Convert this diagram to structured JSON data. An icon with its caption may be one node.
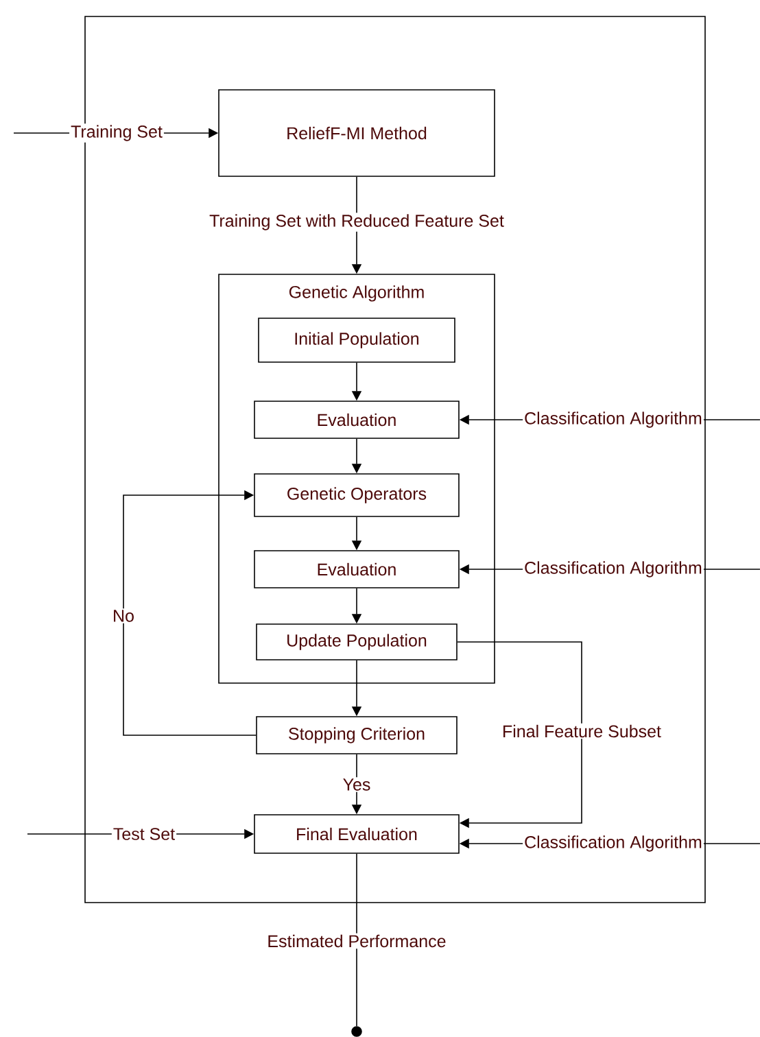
{
  "diagram": {
    "nodes": [
      {
        "text": [],
        "shape": "box"
      },
      {
        "text": [
          "ReliefF-MI Method"
        ],
        "in": 0
      },
      {
        "text": [
          "Genetic Algorithm"
        ],
        "in": 0
      },
      {
        "text": [
          "Initial Population"
        ],
        "in": 2
      },
      {
        "text": [
          "Evaluation"
        ],
        "in": 2
      },
      {
        "text": [
          "Genetic Operators"
        ],
        "in": 2
      },
      {
        "text": [
          "Evaluation"
        ],
        "in": 2
      },
      {
        "text": [
          "Update Population"
        ],
        "in": 2
      },
      {
        "text": [
          "Stopping Criterion"
        ],
        "in": 0
      },
      {
        "text": [
          "Final Evaluation"
        ],
        "in": 0
      },
      {
        "text": [],
        "shape": "circle"
      }
    ],
    "edges": [
      {
        "from": null,
        "to": 1,
        "arrow": "to",
        "label": "Training Set"
      },
      {
        "from": 1,
        "to": 2,
        "arrow": "to",
        "label": "Training Set with Reduced Feature Set"
      },
      {
        "from": 3,
        "to": 4,
        "arrow": "to"
      },
      {
        "from": 4,
        "to": 5,
        "arrow": "to"
      },
      {
        "from": 5,
        "to": 6,
        "arrow": "to"
      },
      {
        "from": 6,
        "to": 7,
        "arrow": "to"
      },
      {
        "from": 7,
        "to": 8,
        "arrow": "to"
      },
      {
        "from": 8,
        "to": 9,
        "arrow": "to",
        "label": "Yes"
      },
      {
        "from": 8,
        "to": 5,
        "arrow": "to",
        "label": "No"
      },
      {
        "from": 7,
        "to": 9,
        "arrow": "to",
        "label": "Final Feature Subset"
      },
      {
        "from": null,
        "to": 4,
        "arrow": "to",
        "label": "Classification Algorithm"
      },
      {
        "from": null,
        "to": 6,
        "arrow": "to",
        "label": "Classification Algorithm"
      },
      {
        "from": null,
        "to": 9,
        "arrow": "to",
        "label": "Classification Algorithm"
      },
      {
        "from": null,
        "to": 9,
        "arrow": "to",
        "label": "Test Set"
      },
      {
        "from": 9,
        "to": 10,
        "arrow": "none",
        "label": "Estimated Performance"
      }
    ]
  }
}
